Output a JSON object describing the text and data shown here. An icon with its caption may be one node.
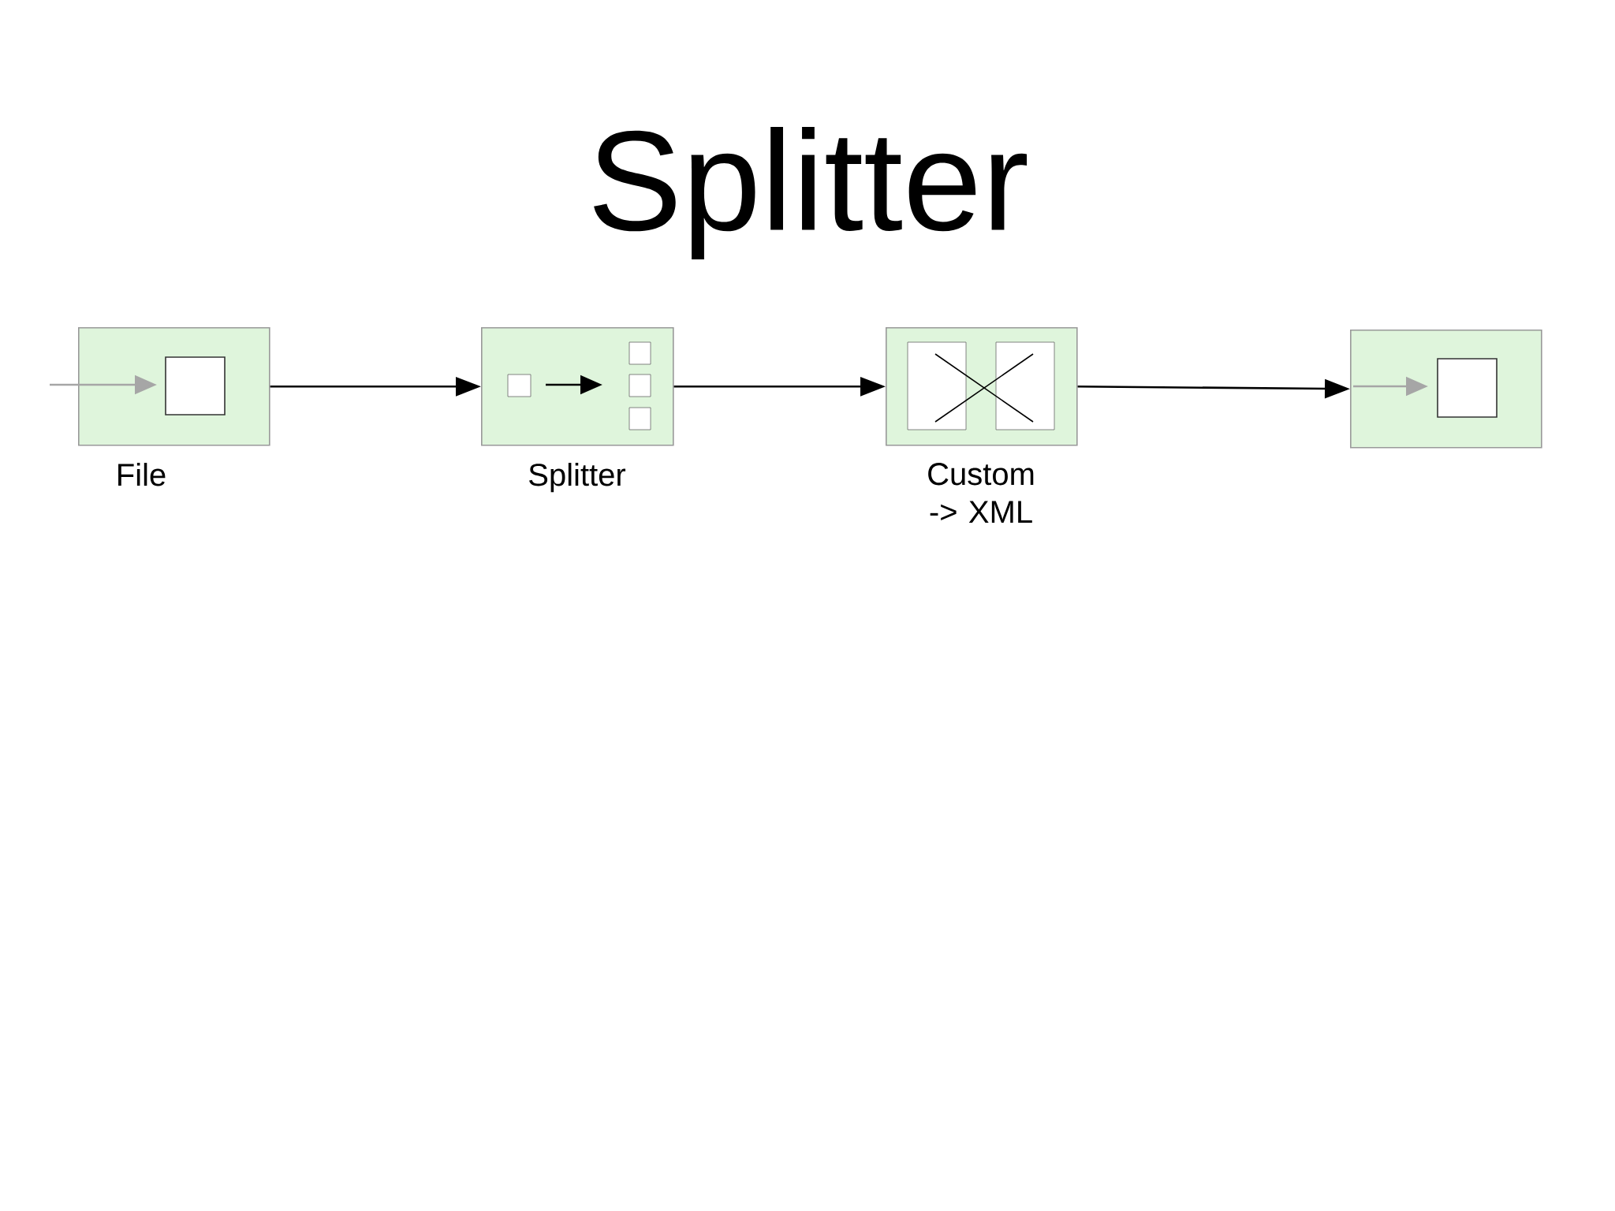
{
  "diagram": {
    "title": "Splitter",
    "nodes": [
      {
        "text": [
          "File"
        ]
      },
      {
        "text": [
          "Splitter"
        ]
      },
      {
        "text": [
          "Custom -> XML"
        ]
      },
      {
        "text": [],
        "shape": "box"
      }
    ],
    "edges": [
      {
        "from": 0,
        "to": 1,
        "arrow": "to"
      },
      {
        "from": 1,
        "to": 2,
        "arrow": "to"
      },
      {
        "from": 2,
        "to": 3,
        "arrow": "to"
      }
    ]
  }
}
